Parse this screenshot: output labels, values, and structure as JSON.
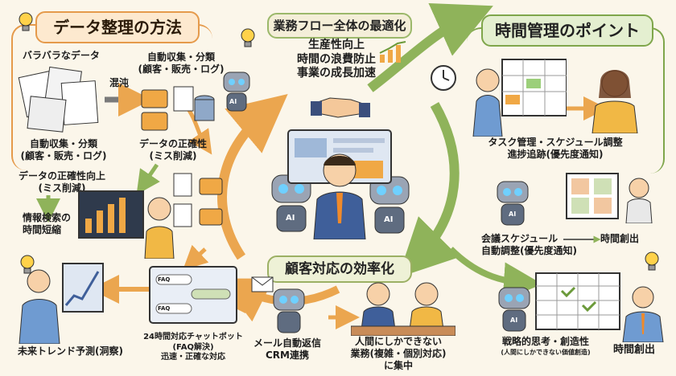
{
  "banners": {
    "data_method": "データ整理の方法",
    "workflow": "業務フロー全体の最適化",
    "time_mgmt": "時間管理のポイント",
    "customer": "顧客対応の効率化"
  },
  "workflow_benefits": [
    "生産性向上",
    "時間の浪費防止",
    "事業の成長加速"
  ],
  "data_section": {
    "scattered": "バラバラなデータ",
    "chaos": "混沌",
    "auto_classify_top": "自動収集・分類\n(顧客・販売・ログ)",
    "auto_classify_left": "自動収集・分類\n(顧客・販売・ログ)",
    "accuracy_right": "データの正確性\n(ミス削減)",
    "accuracy_up": "データの正確性向上\n(ミス削減)",
    "search_time": "情報検索の\n時間短縮",
    "trend": "未来トレンド予測(洞察)"
  },
  "time_section": {
    "task_mgmt": "タスク管理・スケジュール調整\n進捗追跡(優先度通知)",
    "meeting": "会議スケジュール\n自動調整(優先度通知)",
    "time_created_mid": "時間創出",
    "strategy": "戦略的思考・創造性",
    "strategy_sub": "(人間にしかできない価値創造)",
    "time_created_bottom": "時間創出"
  },
  "customer_section": {
    "chatbot": "24時間対応チャットボット\n(FAQ解決)\n迅速・正確な対応",
    "mail": "メール自動返信\nCRM連携",
    "human": "人間にしかできない\n業務(複雑・個別対応)\nに集中"
  },
  "icons": {
    "robot_label": "AI",
    "chat_bubble_1": "FAQ",
    "chat_bubble_2": "FAQ"
  },
  "colors": {
    "background": "#fbf6ea",
    "orange_frame": "#e59a4b",
    "green_frame": "#7fa64b",
    "arrow_green": "#8fb35a",
    "arrow_orange": "#eba64f"
  }
}
